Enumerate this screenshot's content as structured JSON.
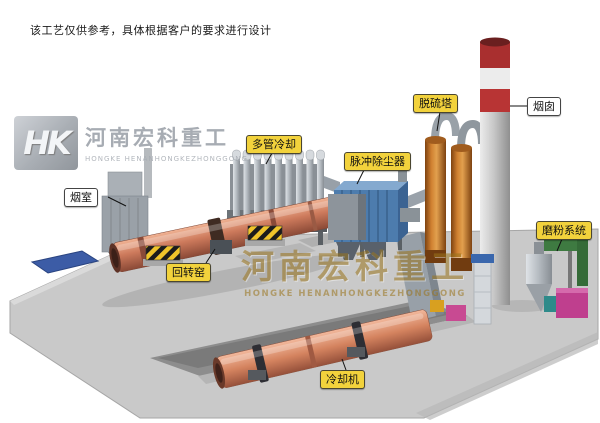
{
  "page": {
    "disclaimer": "该工艺仅供参考，具体根据客户的要求进行设计"
  },
  "branding": {
    "logo_monogram": "HK",
    "company_cn": "河南宏科重工",
    "company_en": "HONGKE HENANHONGKEZHONGGONG"
  },
  "watermark": {
    "company_cn": "河南宏科重工",
    "company_en": "HONGKE HENANHONGKEZHONGGONG"
  },
  "equipment_labels": {
    "smoke_chamber": "烟室",
    "rotary_kiln": "回转窑",
    "multi_tube_cooler": "多管冷却",
    "pulse_dust_collector": "脉冲除尘器",
    "desulfurization_tower": "脱硫塔",
    "chimney": "烟囱",
    "grinding_system": "磨粉系统",
    "cooling_machine": "冷却机"
  },
  "colors": {
    "label_yellow": "#f2d23c",
    "label_white": "#ffffff",
    "kiln_body": "#cd7a5c",
    "cooling_machine_body": "#d4835f",
    "dust_collector_blue": "#4d7cad",
    "tower_orange": "#cf8030",
    "chimney_red": "#a92f2f",
    "platform_gray": "#c9c9c9",
    "hazard_yellow": "#f0c42a",
    "grinder_magenta": "#bf3f8e",
    "duct_green": "#3e7a41",
    "pad_blue": "#3c5ca6"
  }
}
